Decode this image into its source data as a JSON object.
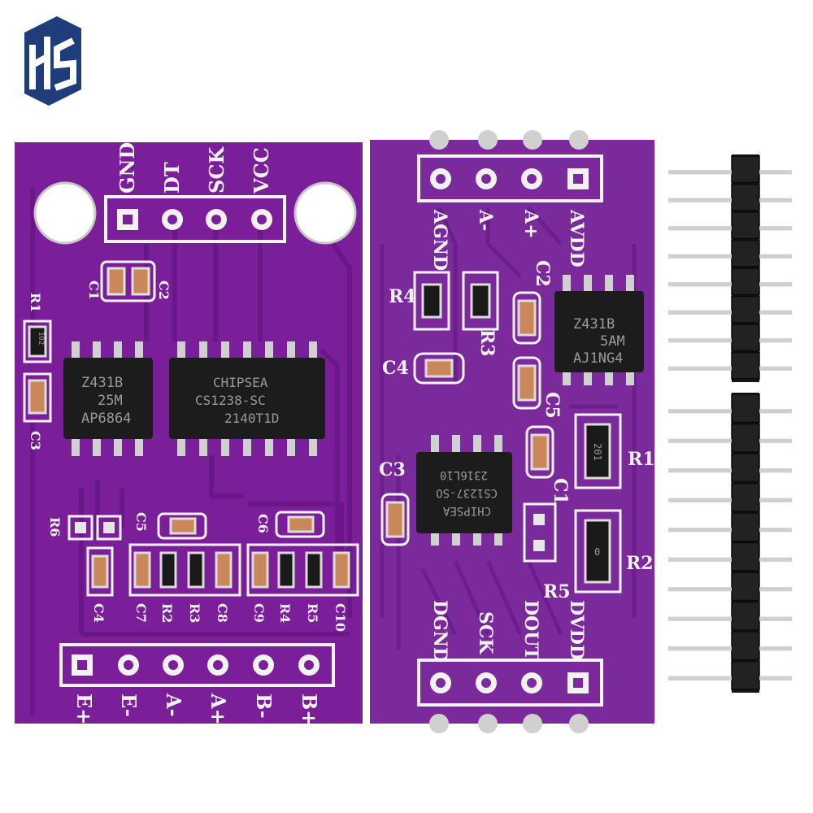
{
  "colors": {
    "pcb": "#7a1f99",
    "pcb_dark": "#5e1478",
    "silkscreen": "#f4f4f4",
    "chip": "#1c1c1c",
    "capacitor": "#c9875a",
    "pad": "#d8d8d8",
    "header": "#151515",
    "pin": "#cfcfcf"
  },
  "logo": {
    "text": "HS",
    "color": "#1f3d7a"
  },
  "left_board": {
    "top_labels": [
      "GND",
      "DT",
      "SCK",
      "VCC"
    ],
    "bottom_labels": [
      "E+",
      "E-",
      "A-",
      "A+",
      "B-",
      "B+"
    ],
    "main_chip": {
      "lines": [
        "CHIPSEA",
        "CS1238-SC",
        "2140T1D"
      ]
    },
    "regulator": {
      "lines": [
        "Z431B",
        "25M",
        "AP6864"
      ]
    },
    "component_labels": {
      "c1": "C1",
      "c2": "C2",
      "c3": "C3",
      "c4": "C4",
      "c5": "C5",
      "c6": "C6",
      "c7": "C7",
      "c8": "C8",
      "c9": "C9",
      "c10": "C10",
      "r1": "R1",
      "r2": "R2",
      "r3": "R3",
      "r4": "R4",
      "r5": "R5",
      "r6": "R6"
    },
    "resistor_marking": "102"
  },
  "right_board": {
    "top_labels": [
      "AGND",
      "A-",
      "A+",
      "AVDD"
    ],
    "bottom_labels": [
      "DGND",
      "SCK",
      "DOUT",
      "DVDD"
    ],
    "main_chip": {
      "lines": [
        "CHIPSEA",
        "CS1237-SO",
        "2316L10"
      ]
    },
    "regulator": {
      "lines": [
        "Z431B",
        "5AM",
        "AJ1NG4"
      ]
    },
    "component_labels": {
      "r1": "R1",
      "r2": "R2",
      "r3": "R3",
      "r4": "R4",
      "r5": "R5",
      "c1": "C1",
      "c2": "C2",
      "c3": "C3",
      "c4": "C4",
      "c5": "C5"
    },
    "resistor_marking_201": "201",
    "resistor_marking_0": "0"
  },
  "pin_headers": {
    "header_top_pins": 8,
    "header_bottom_pins": 10
  }
}
